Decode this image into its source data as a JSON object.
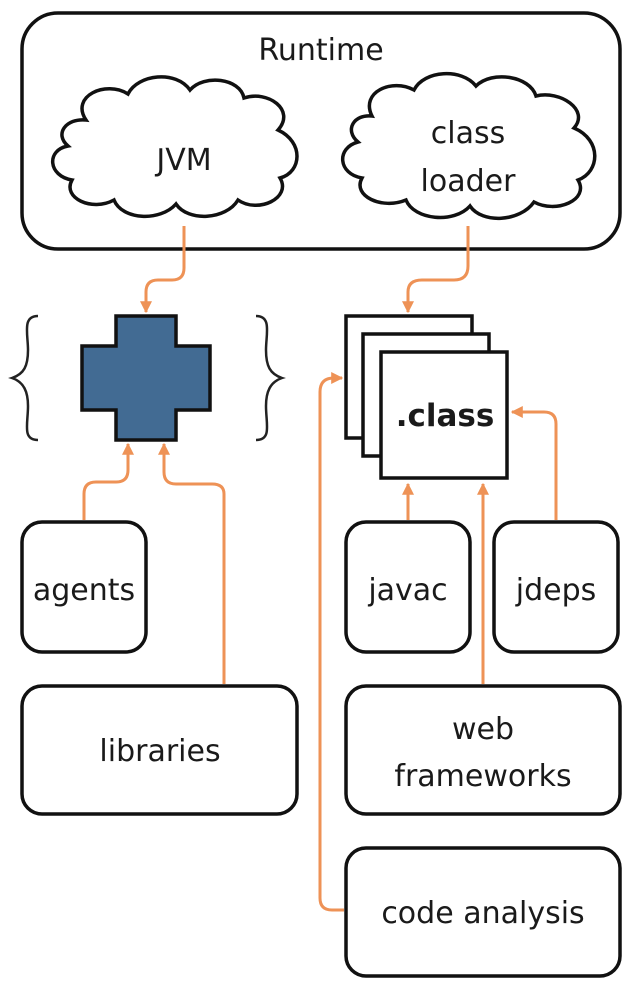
{
  "runtime": {
    "title": "Runtime",
    "jvm": "JVM",
    "class_loader": [
      "class",
      "loader"
    ]
  },
  "class_file": ".class",
  "tools": {
    "agents": "agents",
    "libraries": "libraries",
    "javac": "javac",
    "jdeps": "jdeps",
    "web_frameworks": [
      "web",
      "frameworks"
    ],
    "code_analysis": "code analysis"
  },
  "icons": {
    "plus": "plus-module-icon",
    "braces": "curly-braces-icon"
  },
  "colors": {
    "arrow": "#ee9256",
    "plus_fill": "#426b93",
    "stroke": "#111111",
    "background": "#ffffff"
  }
}
